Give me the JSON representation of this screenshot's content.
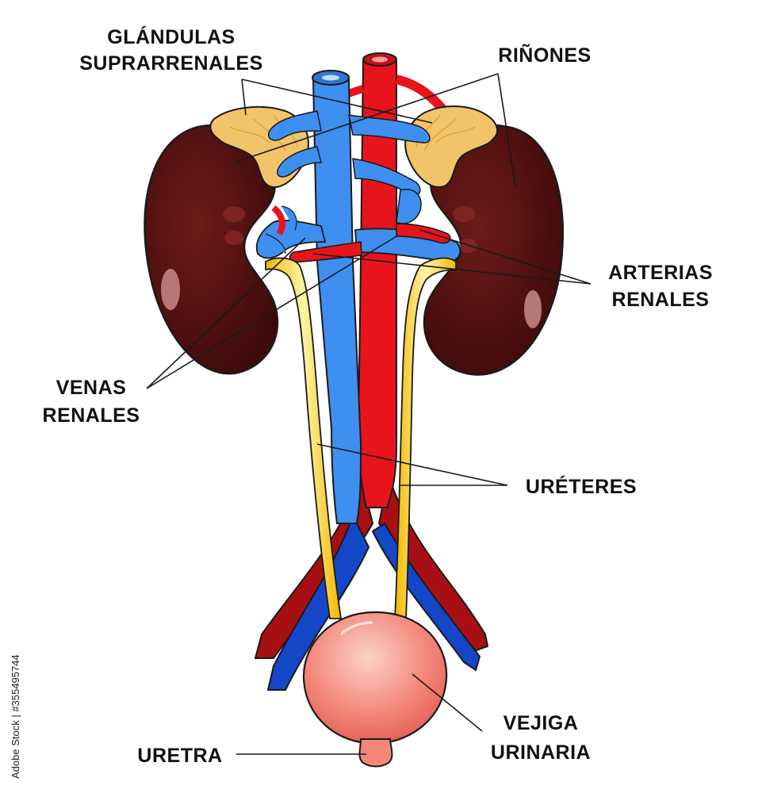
{
  "labels": {
    "adrenal_line1": "GLÁNDULAS",
    "adrenal_line2": "SUPRARRENALES",
    "kidneys": "RIÑONES",
    "arteries_line1": "ARTERIAS",
    "arteries_line2": "RENALES",
    "veins_line1": "VENAS",
    "veins_line2": "RENALES",
    "ureters": "URÉTERES",
    "bladder_line1": "VEJIGA",
    "bladder_line2": "URINARIA",
    "urethra": "URETRA"
  },
  "watermark": {
    "side_text": "Adobe Stock | #355495744"
  },
  "colors": {
    "kidney": "#5a1212",
    "kidney_dark": "#3d0a0a",
    "kidney_highlight": "#c98a8a",
    "adrenal": "#f2c46a",
    "adrenal_vein": "#e0a23c",
    "vein": "#3f8ff0",
    "vein_dark": "#1446c8",
    "artery": "#e8141c",
    "artery_dark": "#a80f14",
    "ureter": "#f7d020",
    "ureter_light": "#fff4a8",
    "bladder": "#f4877a",
    "bladder_light": "#fbd2c8",
    "outline": "#1a1a1a"
  }
}
